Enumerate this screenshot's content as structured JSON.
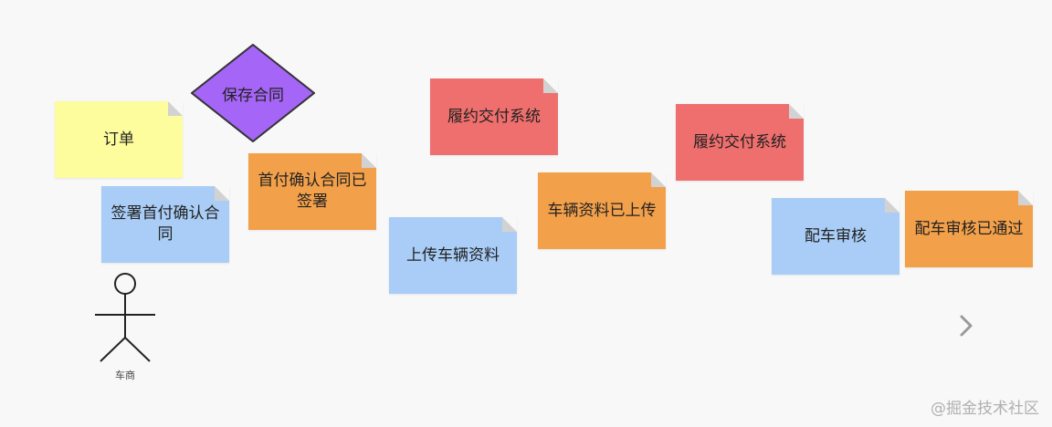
{
  "diagram": {
    "decision": {
      "label": "保存合同"
    },
    "notes": [
      {
        "id": "order",
        "label": "订单",
        "color": "yellow"
      },
      {
        "id": "sign-first-payment",
        "label": "签署首付确认合同",
        "color": "blue"
      },
      {
        "id": "contract-signed",
        "label": "首付确认合同已签署",
        "color": "orange"
      },
      {
        "id": "fulfillment-1",
        "label": "履约交付系统",
        "color": "red"
      },
      {
        "id": "upload-vehicle-docs",
        "label": "上传车辆资料",
        "color": "blue"
      },
      {
        "id": "vehicle-docs-uploaded",
        "label": "车辆资料已上传",
        "color": "orange"
      },
      {
        "id": "fulfillment-2",
        "label": "履约交付系统",
        "color": "red"
      },
      {
        "id": "vehicle-assignment-review",
        "label": "配车审核",
        "color": "blue"
      },
      {
        "id": "vehicle-assignment-approved",
        "label": "配车审核已通过",
        "color": "orange"
      }
    ],
    "actor": {
      "label": "车商"
    }
  },
  "colors": {
    "yellow": "#fdfd9e",
    "blue": "#a9cdf6",
    "orange": "#f3a04a",
    "red": "#ee6f6d",
    "purple": "#a565f6"
  },
  "nav": {
    "next_icon": "chevron-right-icon"
  },
  "watermark": "@掘金技术社区"
}
